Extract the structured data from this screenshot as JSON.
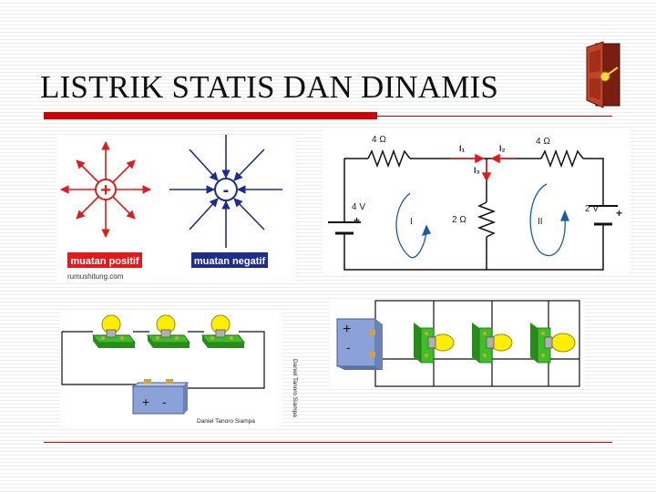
{
  "slide": {
    "title": "LISTRIK STATIS DAN DINAMIS"
  },
  "charges": {
    "positive_symbol": "+",
    "negative_symbol": "-",
    "positive_label": "muatan positif",
    "negative_label": "muatan negatif",
    "source_credit": "rumushitung.com"
  },
  "circuit": {
    "resistor_top_left": "4 Ω",
    "resistor_top_right": "4 Ω",
    "resistor_middle": "2 Ω",
    "battery_left": "4 V",
    "battery_right": "2 V",
    "battery_left_sign": "+",
    "battery_right_sign": "+",
    "current_1": "I₁",
    "current_2": "I₂",
    "current_3": "I₃",
    "loop_1": "I",
    "loop_2": "II"
  },
  "series_circuit": {
    "battery_plus": "+",
    "battery_minus": "-",
    "author_credit": "Daniel Tanoro Siampa"
  },
  "parallel_circuit": {
    "battery_plus": "+",
    "battery_minus": "-",
    "author_credit_vertical": "Daniel Tanoro Siampa"
  },
  "colors": {
    "accent_red": "#d10000",
    "charge_red": "#e3191b",
    "charge_blue": "#1c2d8f",
    "lamp_yellow": "#ffee00",
    "base_green": "#3cc028",
    "battery_blue": "#8aa2d8"
  }
}
